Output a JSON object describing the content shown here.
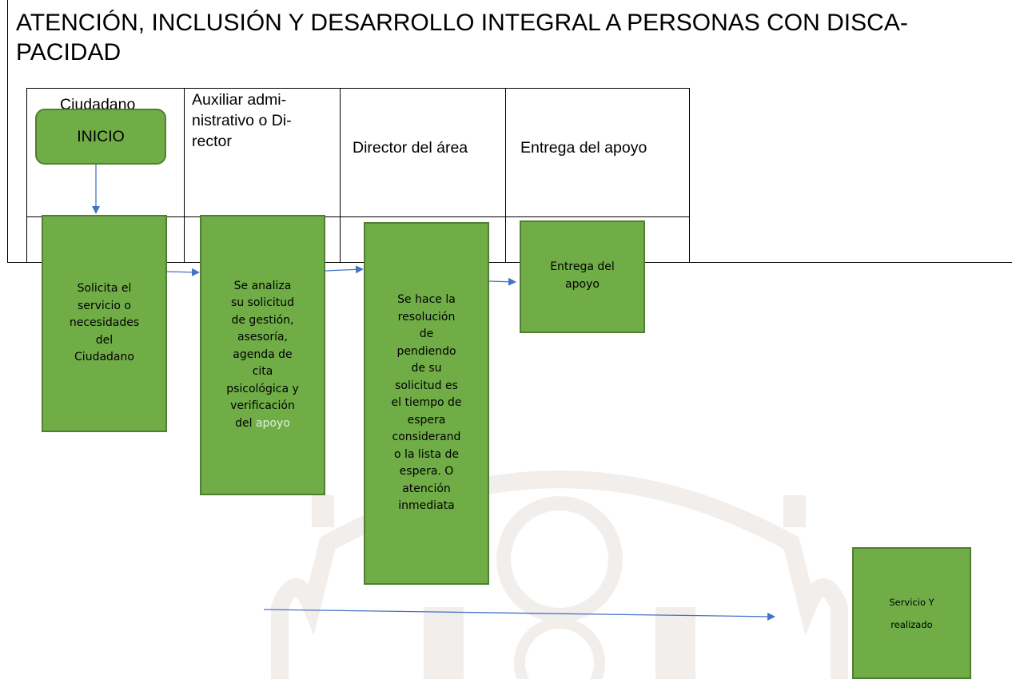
{
  "title": "ATENCIÓN, INCLUSIÓN Y DESARROLLO INTEGRAL A PERSONAS CON DISCA-PACIDAD",
  "title_lines": [
    "ATENCIÓN, INCLUSIÓN Y DESARROLLO INTEGRAL A PERSONAS CON DISCA-",
    "PACIDAD"
  ],
  "lanes": [
    {
      "lines": [
        "Ciudadano"
      ]
    },
    {
      "lines": [
        "Auxiliar admi-",
        "nistrativo o Di-",
        "rector"
      ]
    },
    {
      "lines": [
        "Director del área"
      ]
    },
    {
      "lines": [
        "Entrega del apoyo"
      ]
    }
  ],
  "start_node": {
    "label": "INICIO"
  },
  "steps": [
    {
      "lines": [
        "Solicita el",
        "servicio o",
        "necesidades",
        "del",
        "Ciudadano"
      ]
    },
    {
      "lines": [
        "Se analiza",
        "su solicitud",
        "de gestión,",
        "asesoría,",
        "agenda de",
        "cita",
        "psicológica y",
        "verificación"
      ],
      "last_prefix": "del ",
      "last_highlight": "apoyo"
    },
    {
      "lines": [
        "Se hace la",
        "resolución",
        "de",
        "pendiendo",
        "de su",
        "solicitud  es",
        "el tiempo  de",
        "espera",
        "considerand",
        "o la  lista de",
        "espera. O",
        "atención",
        "inmediata"
      ]
    },
    {
      "lines": [
        "Entrega del",
        "apoyo"
      ]
    }
  ],
  "end_node": {
    "lines": [
      "Servicio  Y",
      "realizado"
    ]
  },
  "colors": {
    "box_fill": "#70ad47",
    "box_border": "#507e32",
    "arrow": "#4472c4",
    "highlight_text": "#e2efda"
  }
}
